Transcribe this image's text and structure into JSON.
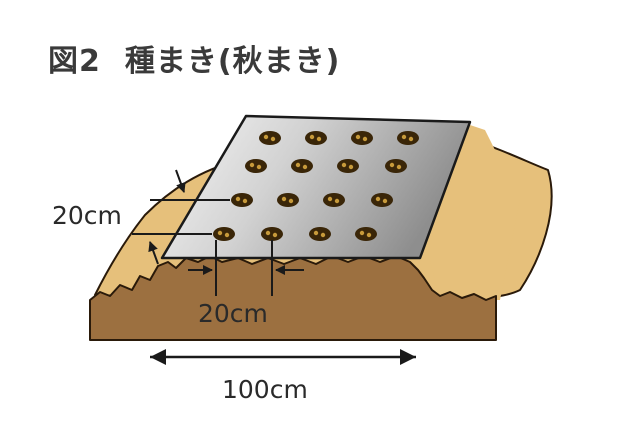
{
  "title": {
    "figure_number": "図2",
    "text": "種まき(秋まき)"
  },
  "dimensions": {
    "row_spacing": "20cm",
    "seed_spacing": "20cm",
    "bed_width": "100cm"
  },
  "colors": {
    "background_soil": "#e6c07b",
    "bed_soil": "#9c7040",
    "mulch_light": "#f4f4f4",
    "mulch_dark": "#a0a0a0",
    "hole": "#3a2608",
    "seed": "#c79a3a",
    "text": "#2a2a2a"
  },
  "seed_holes": {
    "rows": 4,
    "per_row": 4
  }
}
